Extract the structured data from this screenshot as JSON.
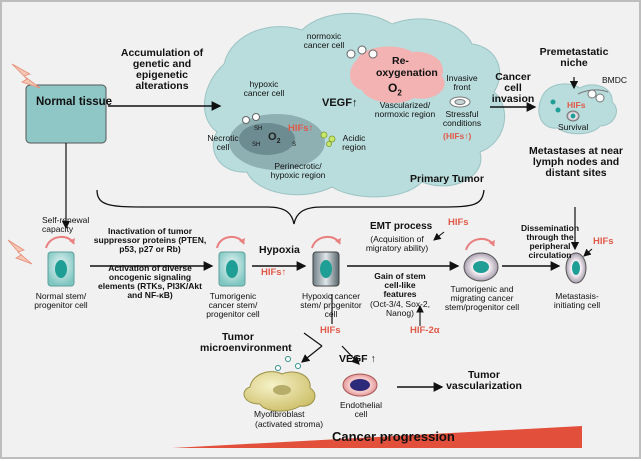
{
  "colors": {
    "cloud": "#b9dcdc",
    "hif": "#e05a4a",
    "cell_teal": "#6fc1bc",
    "nucleus": "#1f9e96",
    "background": "#f1f1f1",
    "progression_bar": "#e24f3b",
    "normoxic_bubble": "#f3b3b3"
  },
  "icons": [
    "lightning-icon",
    "self-renewal-arrow-icon",
    "bloodvessel-icon",
    "bmdc-icon",
    "endothelial-cell-icon",
    "myofibroblast-icon"
  ],
  "labels": {
    "normal_tissue": "Normal tissue",
    "accumulation": "Accumulation of genetic and epigenetic alterations",
    "normoxic_cell": "normoxic cancer cell",
    "reoxygenation_1": "Re-",
    "reoxygenation_2": "oxygenation",
    "o2": "O",
    "o2_sub": "2",
    "hypoxic_cell": "hypoxic cancer cell",
    "vegf": "VEGF",
    "hifs": "HIFs",
    "vascularized": "Vascularized/ normoxic region",
    "invasive": "Invasive front",
    "stressful": "Stressful conditions",
    "hifs_paren": "(HIFs↑)",
    "necrotic_cell": "Necrotic cell",
    "acidic": "Acidic region",
    "perinecrotic": "Perinecrotic/ hypoxic region",
    "cancer_invasion": "Cancer cell invasion",
    "premetastatic": "Premetastatic niche",
    "bmdc": "BMDC",
    "survival": "Survival",
    "metastases": "Metastases at near lymph nodes and distant sites",
    "primary_tumor": "Primary Tumor",
    "self_renewal": "Self-renewal capacity",
    "inactivation": "Inactivation of tumor suppressor proteins (PTEN, p53, p27 or Rb)",
    "activation": "Activation of diverse oncogenic signaling elements (RTKs, PI3K/Akt and NF-κB)",
    "normal_stem": "Normal stem/ progenitor cell",
    "tumorigenic_stem": "Tumorigenic cancer stem/ progenitor cell",
    "hypoxia": "Hypoxia",
    "hypoxic_stem": "Hypoxic cancer stem/ progenitor cell",
    "emt": "EMT process",
    "emt_sub": "(Acquisition of migratory ability)",
    "gain_stem": "Gain of stem cell-like features",
    "gain_sub": "(Oct-3/4, Sox-2, Nanog)",
    "hif2a": "HIF-2α",
    "dissemination": "Dissemination through the peripheral circulation",
    "migrating": "Tumorigenic and migrating cancer stem/progenitor cell",
    "metastasis_init": "Metastasis-initiating cell",
    "tumor_micro": "Tumor microenvironment",
    "tumor_vasc": "Tumor vascularization",
    "myofibroblast": "Myofibroblast",
    "myo_sub": "(activated stroma)",
    "endothelial": "Endothelial cell",
    "cancer_progression": "Cancer progression",
    "sh_label": "SH",
    "s_label": "S"
  }
}
